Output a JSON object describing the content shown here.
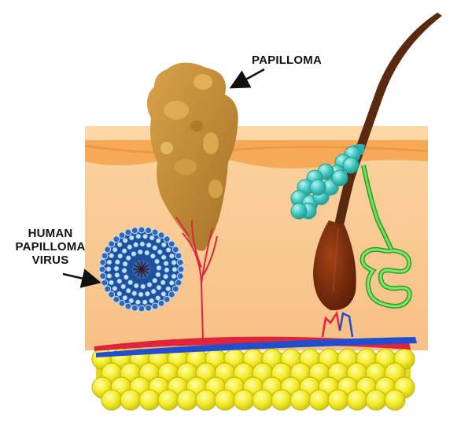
{
  "labels": {
    "papilloma": "PAPILLOMA",
    "hpv_line1": "HUMAN",
    "hpv_line2": "PAPILLOMA",
    "hpv_line3": "VIRUS"
  },
  "colors": {
    "dermis": "#f9c78e",
    "epidermis_top": "#fbd7a6",
    "epidermis_band": "#f4a24a",
    "papilloma": "#c8923c",
    "papilloma_light": "#e6b85c",
    "virus": "#2e68b8",
    "virus_light": "#c7e2f7",
    "hair": "#5a2a10",
    "hair_bulb": "#7a2d0c",
    "sebaceous_gland": "#3fc7c0",
    "sweat_gland": "#4fcf44",
    "artery": "#e0243c",
    "vein": "#1f4fcf",
    "fat": "#f2ec2a"
  }
}
